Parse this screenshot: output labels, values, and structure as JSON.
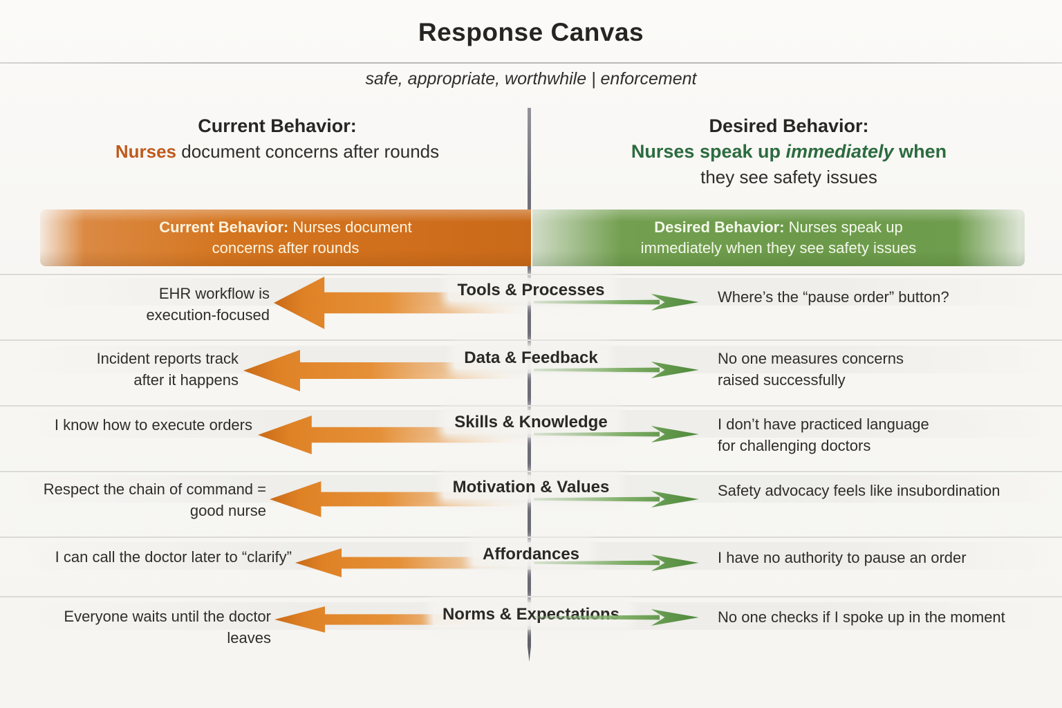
{
  "title": "Response Canvas",
  "subtitle": "safe, appropriate, worthwhile | enforcement",
  "colors": {
    "current_accent": "#bf5a1c",
    "desired_accent": "#2c6b3f",
    "current_banner": "#d4751f",
    "desired_banner": "#6c9a4a",
    "divider": "#6a6a73",
    "text": "#2e2d2a"
  },
  "icons": {
    "current_arrow": "left-arrow",
    "desired_arrow": "right-arrow"
  },
  "current_header": {
    "label": "Current Behavior:",
    "subject": "Nurses",
    "rest": " document concerns after rounds"
  },
  "desired_header": {
    "label": "Desired Behavior:",
    "line1_prefix": "Nurses speak up ",
    "line1_emphasis": "immediately",
    "line1_suffix": " when",
    "line2": "they see safety issues"
  },
  "banners": {
    "current": {
      "bold": "Current Behavior:",
      "text": " Nurses document concerns after rounds"
    },
    "desired": {
      "bold": "Desired Behavior:",
      "text": " Nurses speak up immediately when they see safety issues"
    }
  },
  "rows": [
    {
      "category": "Tools & Processes",
      "current": "EHR workflow is execution-focused",
      "desired": "Where’s the “pause order” button?"
    },
    {
      "category": "Data & Feedback",
      "current": "Incident reports track after it happens",
      "desired": "No one measures concerns raised successfully"
    },
    {
      "category": "Skills & Knowledge",
      "current": "I know how to execute orders",
      "desired": "I don’t have practiced language for challenging doctors"
    },
    {
      "category": "Motivation & Values",
      "current": "Respect the chain of command = good nurse",
      "desired": "Safety advocacy feels like insubordination"
    },
    {
      "category": "Affordances",
      "current": "I can call the doctor later to “clarify”",
      "desired": "I have no authority to pause an order"
    },
    {
      "category": "Norms & Expectations",
      "current": "Everyone waits until the doctor leaves",
      "desired": "No one checks if I spoke up in the moment"
    }
  ]
}
